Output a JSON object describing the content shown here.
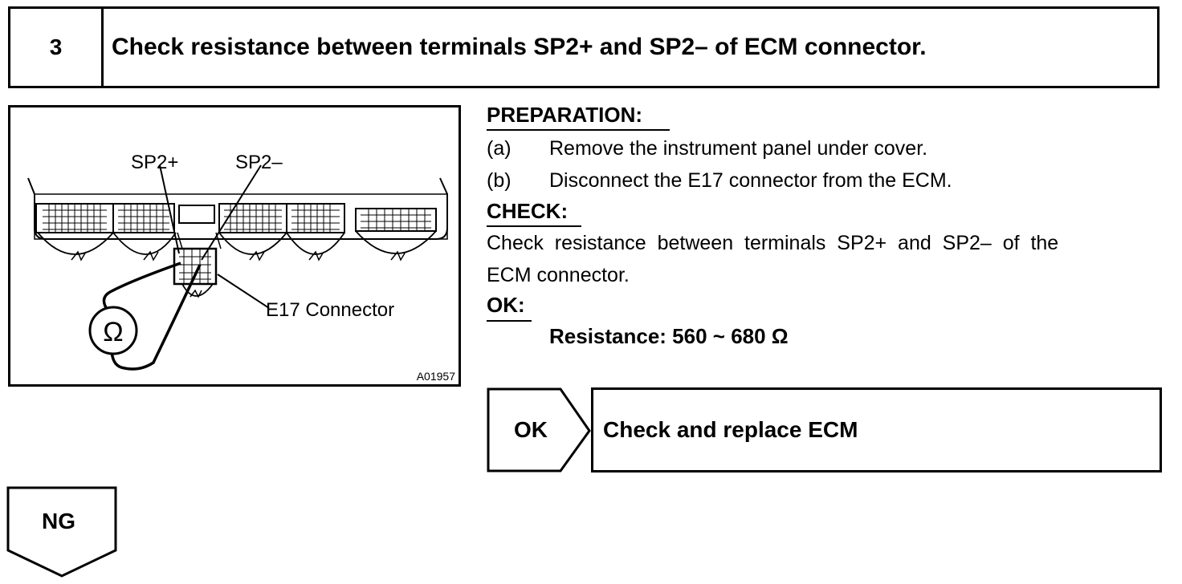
{
  "step": {
    "number": "3",
    "title": "Check resistance between terminals SP2+ and SP2– of ECM connector."
  },
  "figure": {
    "label_sp2_plus": "SP2+",
    "label_sp2_minus": "SP2–",
    "label_connector": "E17 Connector",
    "ohm_symbol": "Ω",
    "code": "A01957",
    "meter_icon": "ohmmeter-icon"
  },
  "preparation": {
    "heading": "PREPARATION:",
    "steps": [
      {
        "letter": "(a)",
        "text": "Remove the instrument panel under cover."
      },
      {
        "letter": "(b)",
        "text": "Disconnect the E17 connector from the ECM."
      }
    ]
  },
  "check": {
    "heading": "CHECK:",
    "line1": "Check  resistance  between  terminals  SP2+  and  SP2–  of  the",
    "line2": "ECM connector."
  },
  "ok_spec": {
    "heading": "OK:",
    "value": "Resistance: 560 ~ 680 Ω"
  },
  "ok_branch": {
    "label": "OK",
    "action": "Check and replace ECM"
  },
  "ng_branch": {
    "label": "NG"
  }
}
